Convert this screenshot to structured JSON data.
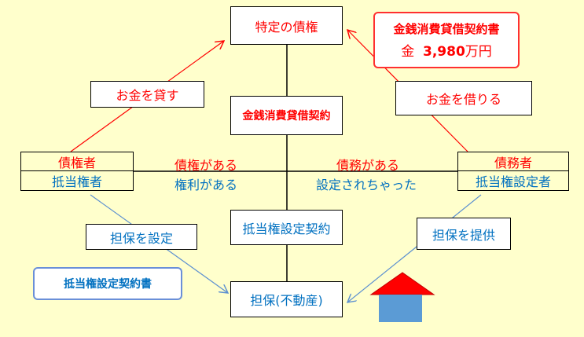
{
  "top_box": "特定の債権",
  "contract_box": "金銭消費貸借契約",
  "mortgage_contract_box": "抵当権設定契約",
  "collateral_box": "担保(不動産)",
  "lend_label": "お金を貸す",
  "borrow_label": "お金を借りる",
  "set_collateral_label": "担保を設定",
  "provide_collateral_label": "担保を提供",
  "creditor": {
    "role": "債権者",
    "mortgage_role": "抵当権者"
  },
  "debtor": {
    "role": "債務者",
    "mortgage_role": "抵当権設定者"
  },
  "left_middle": {
    "top": "債権がある",
    "bottom": "権利がある"
  },
  "right_middle": {
    "top": "債務がある",
    "bottom": "設定されちゃった"
  },
  "loan_document": {
    "title": "金銭消費貸借契約書",
    "amount_prefix": "金",
    "amount": "3,980",
    "amount_unit": "万円"
  },
  "mortgage_document": {
    "title": "抵当権設定契約書"
  },
  "colors": {
    "background": "#FFFFCC",
    "red": "#FF0000",
    "blue": "#0070C0",
    "house_wall": "#5B9BD5"
  }
}
